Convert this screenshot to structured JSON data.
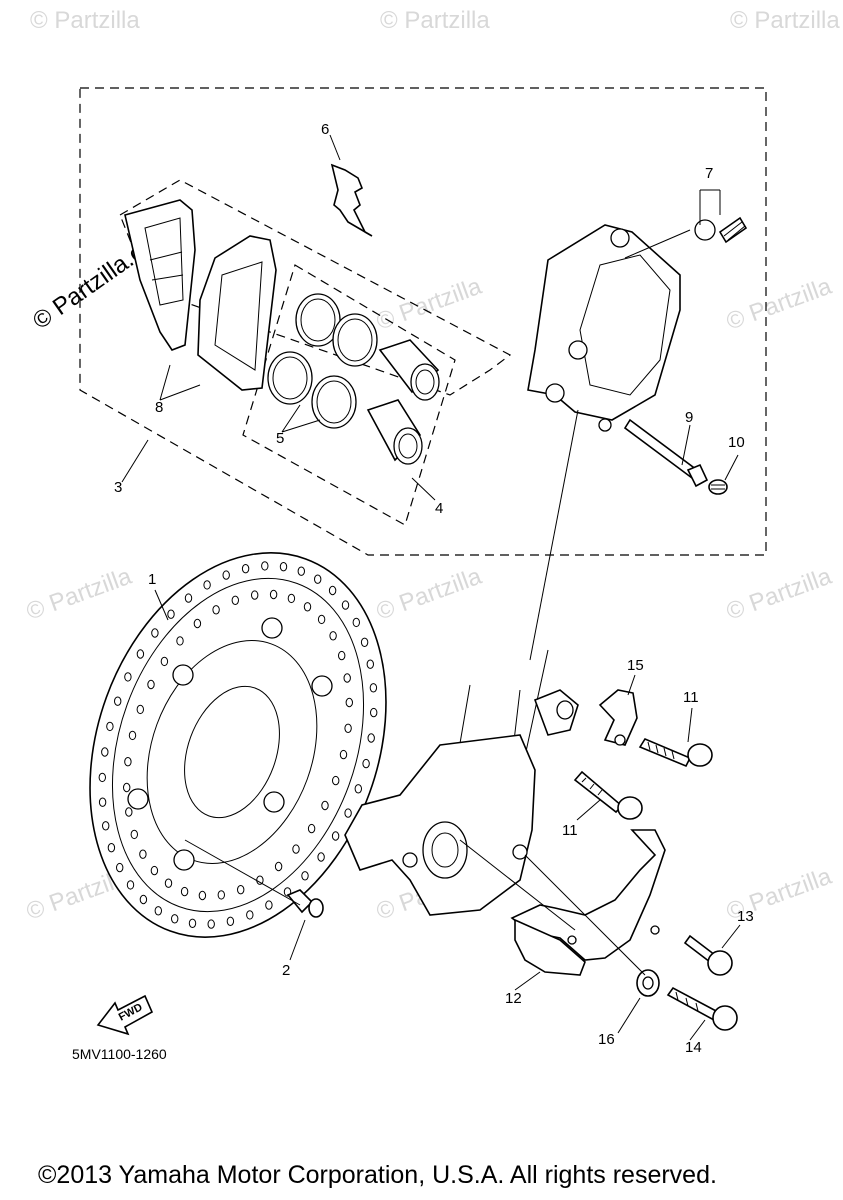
{
  "watermark": {
    "text": "© Partzilla",
    "side_text": "© Partzilla.com"
  },
  "callouts": {
    "p1": "1",
    "p2": "2",
    "p3": "3",
    "p4": "4",
    "p5": "5",
    "p6": "6",
    "p7": "7",
    "p8": "8",
    "p9": "9",
    "p10": "10",
    "p11a": "11",
    "p11b": "11",
    "p12": "12",
    "p13": "13",
    "p14": "14",
    "p15": "15",
    "p16": "16"
  },
  "fwd_label": "FWD",
  "diagram_code": "5MV1100-1260",
  "copyright": "©2013 Yamaha Motor Corporation, U.S.A. All rights reserved."
}
